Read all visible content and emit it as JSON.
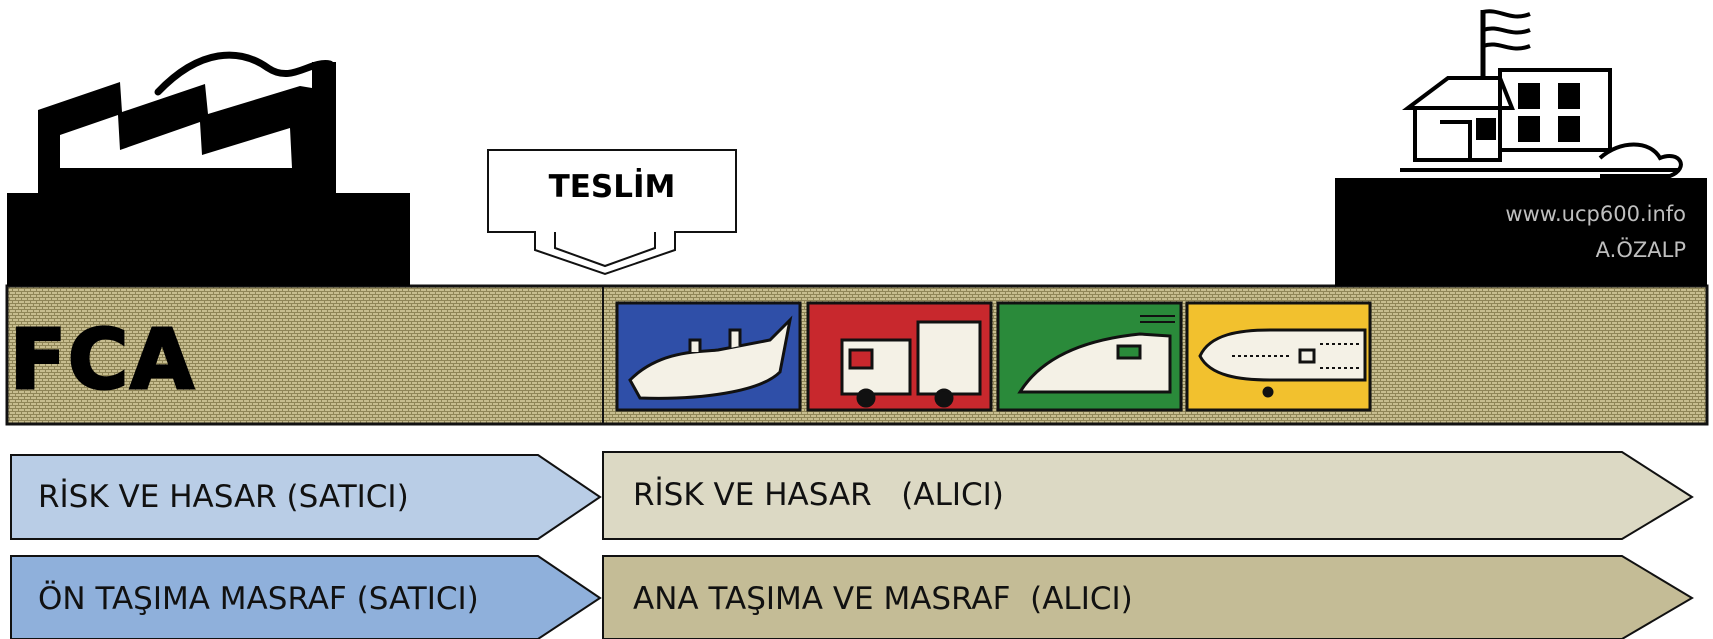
{
  "diagram": {
    "term": "FCA",
    "delivery_label": "TESLİM",
    "watermark_line1": "www.ucp600.info",
    "watermark_line2": "A.ÖZALP",
    "transport_modes": [
      {
        "icon": "ship-icon",
        "color": "#2f4fa8"
      },
      {
        "icon": "truck-icon",
        "color": "#c8282d"
      },
      {
        "icon": "train-icon",
        "color": "#2a8a3a"
      },
      {
        "icon": "airplane-icon",
        "color": "#f2c12e"
      }
    ],
    "rows": [
      {
        "seller_label": "RİSK VE HASAR (SATICI)",
        "buyer_label": "RİSK VE HASAR   (ALICI)",
        "seller_color": "#b9cde6",
        "buyer_color": "#dcd9c4"
      },
      {
        "seller_label": "ÖN TAŞIMA MASRAF (SATICI)",
        "buyer_label": "ANA TAŞIMA VE MASRAF  (ALICI)",
        "seller_color": "#8fb0db",
        "buyer_color": "#c4bc96"
      }
    ]
  }
}
